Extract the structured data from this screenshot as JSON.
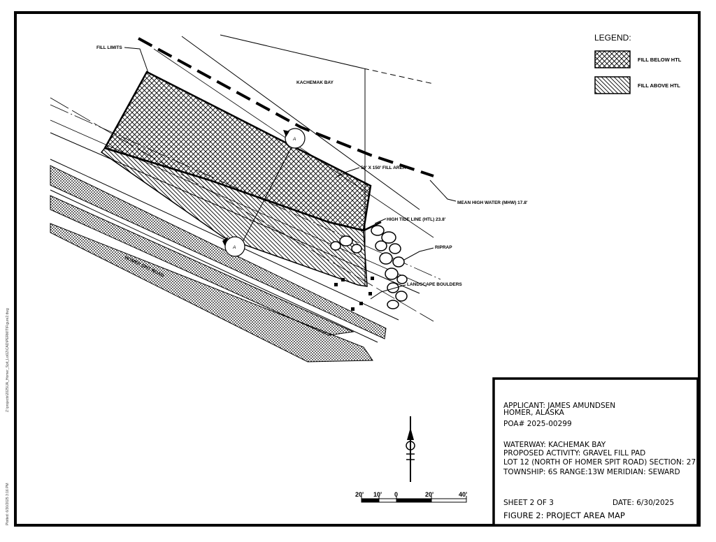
{
  "legend": {
    "title": "LEGEND:",
    "items": [
      {
        "label": "FILL BELOW HTL",
        "pattern": "crosshatch"
      },
      {
        "label": "FILL ABOVE HTL",
        "pattern": "diagonal-hatch"
      }
    ]
  },
  "annotations": {
    "fill_limits": "FILL LIMITS",
    "kachemak_bay": "KACHEMAK BAY",
    "fill_area": "50' X 150' FILL AREA",
    "mhw": "MEAN HIGH WATER (MHW) 17.8'",
    "htl": "HIGH TIDE LINE (HTL) 23.8'",
    "riprap": "RIPRAP",
    "landscape_boulders": "LANDSCAPE BOULDERS",
    "homer_spit_road": "HOMER SPIT ROAD",
    "section_marker": "A"
  },
  "scale_bar": {
    "labels": [
      "20'",
      "10'",
      "0",
      "20'",
      "40'"
    ]
  },
  "title_block": {
    "applicant": "APPLICANT: JAMES AMUNDSEN",
    "location": "HOMER, ALASKA",
    "poa": "POA# 2025-00299",
    "waterway": "WATERWAY: KACHEMAK BAY",
    "activity": "PROPOSED ACTIVITY: GRAVEL FILL PAD",
    "lot": "LOT 12 (NORTH OF HOMER SPIT ROAD) SECTION: 27",
    "township": "TOWNSHIP: 6S RANGE:13W  MERIDIAN: SEWARD",
    "sheet": "SHEET  2 OF 3",
    "date": "DATE: 6/30/2025",
    "figure": "FIGURE 2: PROJECT AREA MAP"
  },
  "side_notes": {
    "path_note": "Z:\\projects\\2025\\JA_Homer_Spit_Lot12\\CAD\\PERMIT\\Figure2.dwg",
    "plot_note": "Plotted: 6/30/2025 3:16 PM"
  }
}
